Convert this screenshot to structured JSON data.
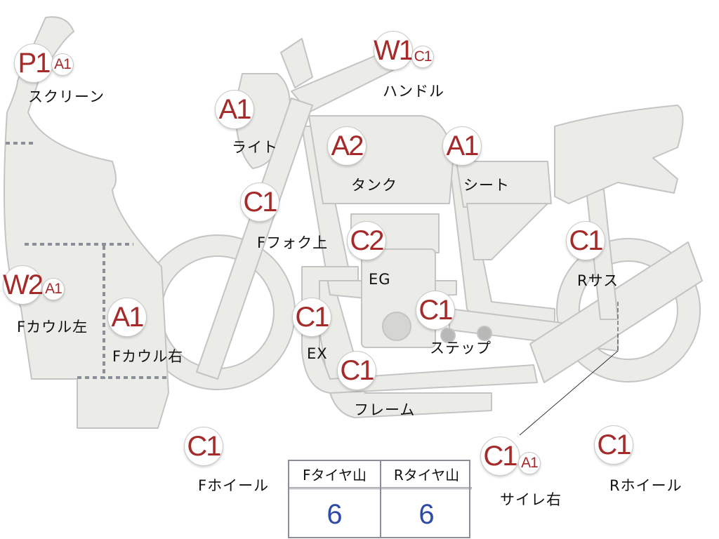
{
  "parts": [
    {
      "id": "screen",
      "label": "スクリーン",
      "codes": [
        "P1",
        "A1"
      ]
    },
    {
      "id": "light",
      "label": "ライト",
      "codes": [
        "A1"
      ]
    },
    {
      "id": "tank",
      "label": "タンク",
      "codes": [
        "A2"
      ]
    },
    {
      "id": "handle",
      "label": "ハンドル",
      "codes": [
        "W1",
        "C1"
      ]
    },
    {
      "id": "seat",
      "label": "シート",
      "codes": [
        "A1"
      ]
    },
    {
      "id": "ffork",
      "label": "Fフォク上",
      "codes": [
        "C1"
      ]
    },
    {
      "id": "eg",
      "label": "EG",
      "codes": [
        "C2"
      ]
    },
    {
      "id": "rsus",
      "label": "Rサス",
      "codes": [
        "C1"
      ]
    },
    {
      "id": "fcowl-left",
      "label": "Fカウル左",
      "codes": [
        "W2",
        "A1"
      ]
    },
    {
      "id": "fcowl-right",
      "label": "Fカウル右",
      "codes": [
        "A1"
      ]
    },
    {
      "id": "ex",
      "label": "EX",
      "codes": [
        "C1"
      ]
    },
    {
      "id": "step",
      "label": "ステップ",
      "codes": [
        "C1"
      ]
    },
    {
      "id": "frame",
      "label": "フレーム",
      "codes": [
        "C1"
      ]
    },
    {
      "id": "fwheel",
      "label": "Fホイール",
      "codes": [
        "C1"
      ]
    },
    {
      "id": "silencer-right",
      "label": "サイレ右",
      "codes": [
        "C1",
        "A1"
      ]
    },
    {
      "id": "rwheel",
      "label": "Rホイール",
      "codes": [
        "C1"
      ]
    }
  ],
  "tire_table": {
    "headers": [
      "Fタイヤ山",
      "Rタイヤ山"
    ],
    "values": [
      "6",
      "6"
    ]
  },
  "colors": {
    "code_text": "#a52a2a",
    "part_fill": "#ebebe8",
    "part_stroke": "#c3c5c4",
    "value_text": "#2e4aa8"
  }
}
